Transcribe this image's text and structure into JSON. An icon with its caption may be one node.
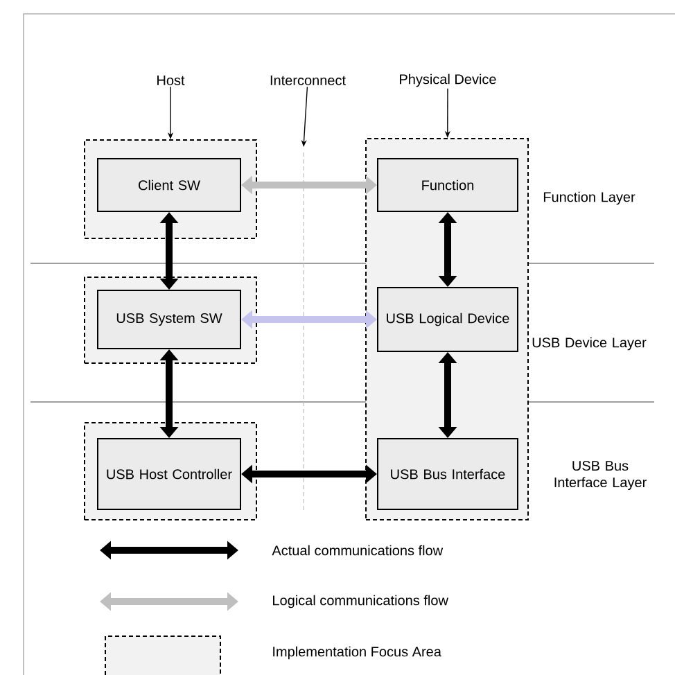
{
  "diagram": {
    "nodes": [
      {
        "text": [
          "Host"
        ]
      },
      {
        "text": [
          "Interconnect"
        ]
      },
      {
        "text": [
          "Physical Device"
        ]
      },
      {
        "text": [],
        "shape": "box"
      },
      {
        "text": [
          "Client SW"
        ],
        "in": 3
      },
      {
        "text": [],
        "shape": "box"
      },
      {
        "text": [
          "USB System SW"
        ],
        "in": 5
      },
      {
        "text": [],
        "shape": "box"
      },
      {
        "text": [
          "Function"
        ],
        "in": 7
      },
      {
        "text": [
          "USB Logical Device"
        ],
        "in": 7
      },
      {
        "text": [
          "USB Bus Interface"
        ],
        "in": 7
      },
      {
        "text": [],
        "shape": "box"
      },
      {
        "text": [
          "USB Host Controller"
        ],
        "in": 11
      }
    ],
    "edges": [
      {
        "from": 0,
        "to": 3,
        "arrow": "to"
      },
      {
        "from": 1,
        "to": null,
        "arrow": "to"
      },
      {
        "from": 2,
        "to": 7,
        "arrow": "to"
      },
      {
        "from": 4,
        "to": 8,
        "arrow": "both",
        "color": "#c0c0c0"
      },
      {
        "from": 4,
        "to": 6,
        "arrow": "both"
      },
      {
        "from": 8,
        "to": 9,
        "arrow": "both"
      },
      {
        "from": 6,
        "to": 9,
        "arrow": "both",
        "color": "#c4c4ee"
      },
      {
        "from": 6,
        "to": 12,
        "arrow": "both"
      },
      {
        "from": 9,
        "to": 10,
        "arrow": "both"
      },
      {
        "from": 12,
        "to": 10,
        "arrow": "both"
      }
    ],
    "labels": [
      "Function Layer",
      "USB Device Layer",
      "USB Bus Interface Layer"
    ],
    "legend": [
      {
        "text": "Actual communications flow"
      },
      {
        "text": "Logical communications flow"
      },
      {
        "text": "Implementation Focus Area"
      }
    ]
  }
}
